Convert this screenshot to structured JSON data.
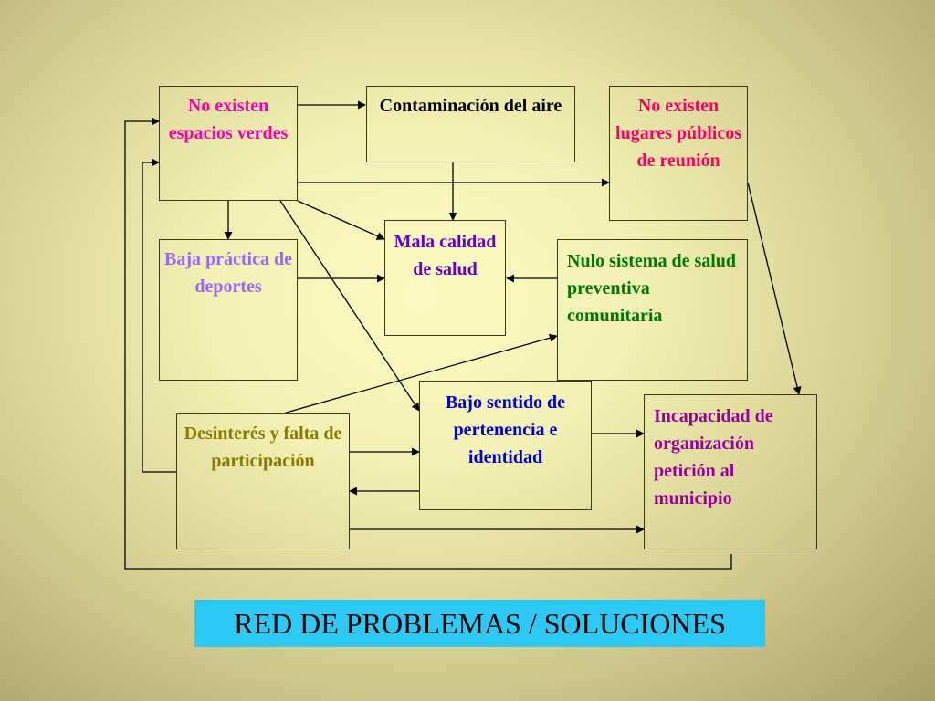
{
  "nodes": [
    {
      "id": "no-espacios-verdes",
      "label": "No existen espacios verdes",
      "color": "#ff00aa"
    },
    {
      "id": "contaminacion",
      "label": "Contaminación del aire",
      "color": "#000000"
    },
    {
      "id": "no-lugares-publicos",
      "label": "No existen lugares públicos de reunión",
      "color": "#ff0060"
    },
    {
      "id": "baja-practica",
      "label": "Baja práctica de deportes",
      "color": "#9966ff"
    },
    {
      "id": "mala-calidad-salud",
      "label": "Mala calidad de salud",
      "color": "#6600cc"
    },
    {
      "id": "nulo-sistema-salud",
      "label": "Nulo sistema de salud preventiva comunitaria",
      "color": "#007700"
    },
    {
      "id": "desinteres",
      "label": "Desinterés y falta de participación",
      "color": "#8a7a00"
    },
    {
      "id": "bajo-sentido",
      "label": "Bajo sentido de pertenencia e identidad",
      "color": "#0000cc"
    },
    {
      "id": "incapacidad",
      "label": "Incapacidad de organización petición al municipio",
      "color": "#990099"
    }
  ],
  "edges": [
    {
      "from": "no-espacios-verdes",
      "to": "contaminacion"
    },
    {
      "from": "no-espacios-verdes",
      "to": "no-lugares-publicos"
    },
    {
      "from": "no-espacios-verdes",
      "to": "baja-practica"
    },
    {
      "from": "no-espacios-verdes",
      "to": "mala-calidad-salud"
    },
    {
      "from": "no-espacios-verdes",
      "to": "bajo-sentido"
    },
    {
      "from": "contaminacion",
      "to": "mala-calidad-salud"
    },
    {
      "from": "baja-practica",
      "to": "mala-calidad-salud"
    },
    {
      "from": "nulo-sistema-salud",
      "to": "mala-calidad-salud"
    },
    {
      "from": "no-lugares-publicos",
      "to": "incapacidad"
    },
    {
      "from": "desinteres",
      "to": "nulo-sistema-salud"
    },
    {
      "from": "desinteres",
      "to": "bajo-sentido"
    },
    {
      "from": "bajo-sentido",
      "to": "desinteres"
    },
    {
      "from": "bajo-sentido",
      "to": "incapacidad"
    },
    {
      "from": "desinteres",
      "to": "incapacidad"
    },
    {
      "from": "desinteres",
      "to": "no-espacios-verdes"
    },
    {
      "from": "incapacidad",
      "to": "no-espacios-verdes"
    }
  ],
  "caption": "RED DE PROBLEMAS / SOLUCIONES"
}
